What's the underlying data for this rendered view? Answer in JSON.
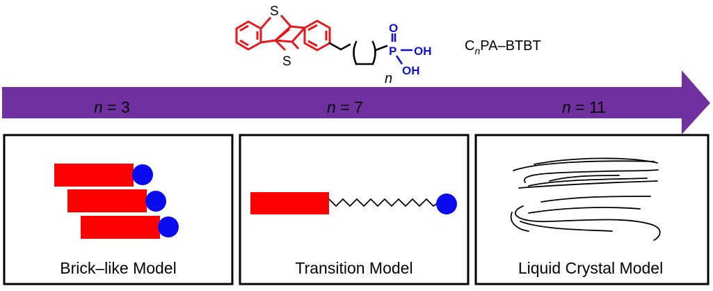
{
  "molecule": {
    "name_parts": [
      "C",
      "n",
      "PA–BTBT"
    ],
    "atoms": {
      "sulfur_1": "S",
      "sulfur_2": "S",
      "phosphorus": "P",
      "oxygen": "O",
      "hydroxyl_1": "OH",
      "hydroxyl_2": "OH",
      "chain_index": "n"
    }
  },
  "arrow": {
    "color": "#7030a0",
    "labels": [
      {
        "var": "n",
        "rest": " = 3"
      },
      {
        "var": "n",
        "rest": " = 7"
      },
      {
        "var": "n",
        "rest": " = 11"
      }
    ]
  },
  "panels": [
    {
      "label": "Brick–like Model"
    },
    {
      "label": "Transition Model"
    },
    {
      "label": "Liquid Crystal Model"
    }
  ],
  "colors": {
    "core_red": "#ff0000",
    "head_blue": "#0b0bf0",
    "bond_red": "#e8161b",
    "phosphonic_blue": "#1010d8"
  }
}
